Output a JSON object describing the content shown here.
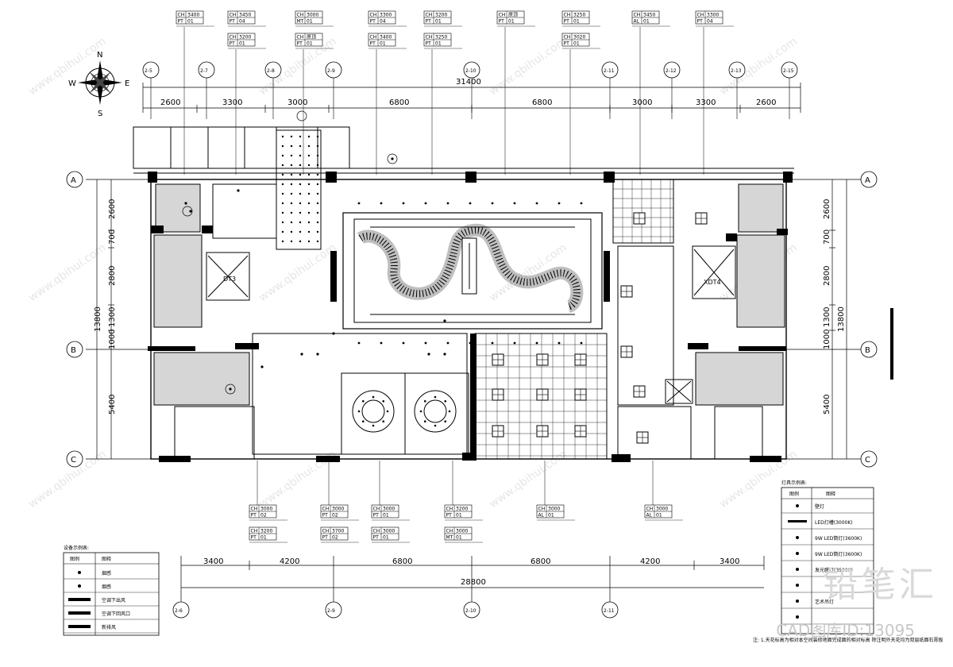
{
  "compass": {
    "north": "N",
    "south": "S",
    "east": "E",
    "west": "W"
  },
  "grid": {
    "top_axes": [
      "2-5",
      "2-7",
      "2-8",
      "2-9",
      "2-10",
      "2-11",
      "2-12",
      "2-13",
      "2-15"
    ],
    "bottom_axes": [
      "2-6",
      "2-9",
      "2-10",
      "2-11"
    ],
    "rows_left": [
      "A",
      "B",
      "C"
    ],
    "rows_right": [
      "A",
      "B",
      "C"
    ]
  },
  "dimensions": {
    "top_total": "31400",
    "top_segments": [
      "2600",
      "3300",
      "3000",
      "6800",
      "6800",
      "3000",
      "3300",
      "2600"
    ],
    "bottom_total": "28800",
    "bottom_segments": [
      "3400",
      "4200",
      "6800",
      "6800",
      "4200",
      "3400"
    ],
    "left_total": "13800",
    "left_segments": [
      "2600",
      "700",
      "2800",
      "1300",
      "1000",
      "5400"
    ],
    "right_total": "13800",
    "right_segments": [
      "2600",
      "700",
      "2800",
      "1300",
      "1000",
      "5400"
    ]
  },
  "rooms": {
    "elevator_left": "DT3",
    "elevator_right": "XDT4"
  },
  "top_tags": [
    [
      {
        "code": "CH",
        "value": "3400"
      },
      {
        "code": "PT",
        "value": "01"
      }
    ],
    [
      {
        "code": "CH",
        "value": "3450"
      },
      {
        "code": "PT",
        "value": "04"
      },
      {
        "code": "CH",
        "value": "3200"
      },
      {
        "code": "PT",
        "value": "01"
      }
    ],
    [
      {
        "code": "CH",
        "value": "3000"
      },
      {
        "code": "MT",
        "value": "01"
      },
      {
        "code": "CH",
        "value": "原顶"
      },
      {
        "code": "PT",
        "value": "01"
      }
    ],
    [
      {
        "code": "CH",
        "value": "3300"
      },
      {
        "code": "PT",
        "value": "04"
      },
      {
        "code": "CH",
        "value": "3400"
      },
      {
        "code": "PT",
        "value": "01"
      }
    ],
    [
      {
        "code": "CH",
        "value": "3200"
      },
      {
        "code": "PT",
        "value": "01"
      },
      {
        "code": "CH",
        "value": "3250"
      },
      {
        "code": "PT",
        "value": "01"
      }
    ],
    [
      {
        "code": "CH",
        "value": "原顶"
      },
      {
        "code": "PT",
        "value": "01"
      }
    ],
    [
      {
        "code": "CH",
        "value": "3250"
      },
      {
        "code": "PT",
        "value": "01"
      },
      {
        "code": "CH",
        "value": "3020"
      },
      {
        "code": "PT",
        "value": "01"
      }
    ],
    [
      {
        "code": "CH",
        "value": "3450"
      },
      {
        "code": "AL",
        "value": "01"
      }
    ],
    [
      {
        "code": "CH",
        "value": "3300"
      },
      {
        "code": "PT",
        "value": "04"
      }
    ]
  ],
  "bottom_tags": [
    [
      {
        "code": "CH",
        "value": "3000"
      },
      {
        "code": "PT",
        "value": "02"
      },
      {
        "code": "CH",
        "value": "3200"
      },
      {
        "code": "PT",
        "value": "01"
      }
    ],
    [
      {
        "code": "CH",
        "value": "3000"
      },
      {
        "code": "PT",
        "value": "02"
      },
      {
        "code": "CH",
        "value": "3700"
      },
      {
        "code": "PT",
        "value": "02"
      }
    ],
    [
      {
        "code": "CH",
        "value": "3000"
      },
      {
        "code": "PT",
        "value": "01"
      },
      {
        "code": "CH",
        "value": "3000"
      },
      {
        "code": "PT",
        "value": "01"
      }
    ],
    [
      {
        "code": "CH",
        "value": "3200"
      },
      {
        "code": "PT",
        "value": "01"
      },
      {
        "code": "CH",
        "value": "3000"
      },
      {
        "code": "MT",
        "value": "01"
      }
    ],
    [
      {
        "code": "CH",
        "value": "3000"
      },
      {
        "code": "AL",
        "value": "01"
      }
    ],
    [
      {
        "code": "CH",
        "value": "3000"
      },
      {
        "code": "AL",
        "value": "01"
      }
    ]
  ],
  "legend_equipment": {
    "title": "设备示例表:",
    "header": [
      "图例",
      "图释"
    ],
    "rows": [
      "烟感",
      "烟感",
      "空调下出风",
      "空调下回风口",
      "新排风"
    ]
  },
  "legend_lights": {
    "title": "灯具示例表:",
    "header": [
      "图例",
      "图释"
    ],
    "rows": [
      "壁灯",
      "LED灯槽(3000K)",
      "9W LED筒灯(3600K)",
      "9W LED筒灯(3600K)",
      "发光膜灯(3500K)",
      "",
      "艺术吊灯",
      ""
    ]
  },
  "note": "注: 1.天花标高为相对本空间装修地面完成面的相对标高 除注明外天花均为双层纸面石膏板",
  "watermark": {
    "brand": "铅笔汇",
    "code": "CAD图库ID:13095",
    "url": "www.qbihui.com"
  }
}
